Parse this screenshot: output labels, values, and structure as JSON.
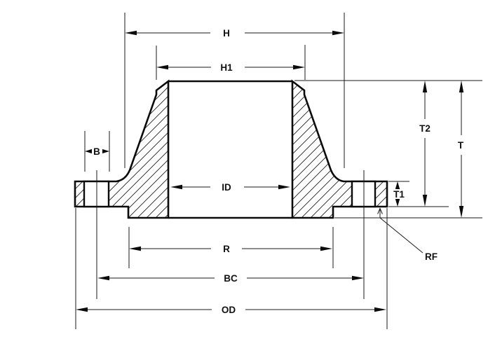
{
  "diagram": {
    "type": "technical-drawing",
    "subject": "weld-neck-flange-cross-section",
    "background_color": "#ffffff",
    "line_color": "#0b0b0b",
    "labels": {
      "H": "H",
      "H1": "H1",
      "T2": "T2",
      "T": "T",
      "B": "B",
      "ID": "ID",
      "T1": "T1",
      "R": "R",
      "BC": "BC",
      "OD": "OD",
      "RF": "RF"
    }
  }
}
